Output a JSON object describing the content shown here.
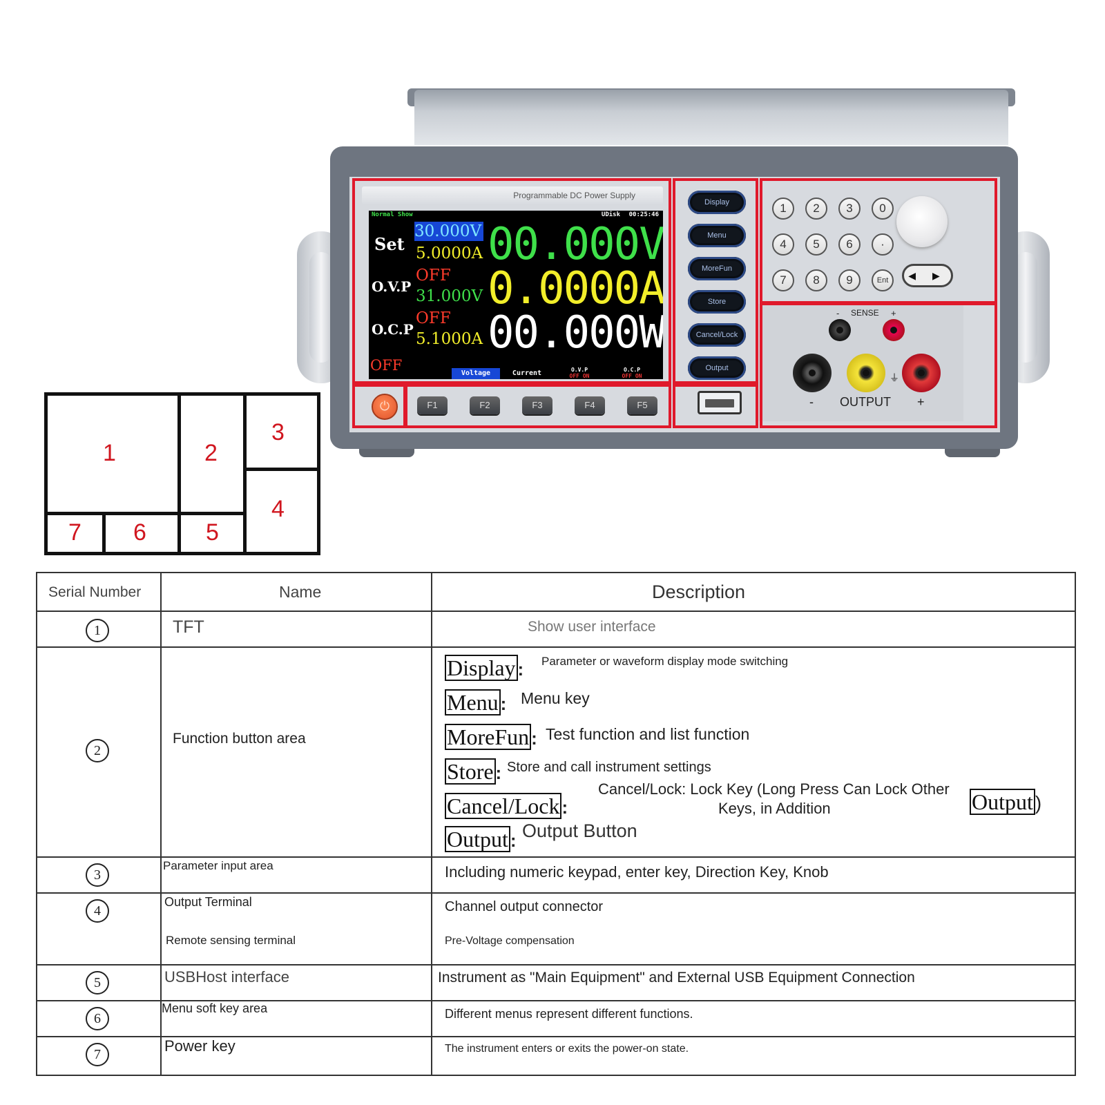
{
  "instrument": {
    "panel_title": "Programmable DC Power Supply",
    "tft": {
      "mode": "Normal Show",
      "udisk": "UDisk",
      "clock": "00:25:46",
      "set_label": "Set",
      "ovp_label": "O.V.P",
      "ocp_label": "O.C.P",
      "set_voltage": "30.000V",
      "set_current": "5.0000A",
      "ovp_state": "OFF",
      "ovp_value": "31.000V",
      "ocp_state": "OFF",
      "ocp_value": "5.1000A",
      "out_voltage": "00.000V",
      "out_current": "0.0000A",
      "out_power": "00.000W",
      "output_state": "OFF",
      "softkey_voltage": "Voltage",
      "softkey_current": "Current",
      "softkey_ovp": "O.V.P",
      "softkey_ocp": "O.C.P",
      "off_on": "OFF  ON"
    },
    "function_buttons": [
      "Display",
      "Menu",
      "MoreFun",
      "Store",
      "Cancel/Lock",
      "Output"
    ],
    "keypad": [
      "1",
      "2",
      "3",
      "0",
      "4",
      "5",
      "6",
      "·",
      "7",
      "8",
      "9",
      "Ent"
    ],
    "direction_key": "◀ ▶",
    "sense_label": "SENSE",
    "sense_minus": "-",
    "sense_plus": "+",
    "output_label": "OUTPUT",
    "out_minus": "-",
    "out_plus": "+",
    "soft_keys": [
      "F1",
      "F2",
      "F3",
      "F4",
      "F5"
    ],
    "colors": {
      "frame_red": "#e0192b",
      "voltage_green": "#3fe04a",
      "current_yellow": "#f2ee2a",
      "set_blue": "#1747d6"
    }
  },
  "legend": {
    "areas": [
      "1",
      "2",
      "3",
      "4",
      "5",
      "6",
      "7"
    ]
  },
  "table": {
    "headers": {
      "serial": "Serial Number",
      "name": "Name",
      "description": "Description"
    },
    "rows": {
      "r1": {
        "serial": "1",
        "name": "TFT",
        "description": "Show user interface"
      },
      "r2": {
        "serial": "2",
        "name": "Function button area",
        "items": [
          {
            "key": "Display",
            "text": "Parameter or waveform display mode switching"
          },
          {
            "key": "Menu",
            "text": "Menu key"
          },
          {
            "key": "MoreFun",
            "text": "Test function and list function"
          },
          {
            "key": "Store",
            "text": "Store and call instrument settings"
          },
          {
            "key": "Cancel/Lock",
            "text_line1": "Cancel/Lock: Lock Key (Long Press Can Lock Other",
            "text_line2": "Keys, in Addition",
            "trailing_key": "Output"
          },
          {
            "key": "Output",
            "text": "Output Button"
          }
        ],
        "colon": ":",
        "close_paren": ")"
      },
      "r3": {
        "serial": "3",
        "name": "Parameter input area",
        "description": "Including numeric keypad, enter key, Direction Key, Knob"
      },
      "r4": {
        "serial": "4",
        "name_line1": "Output Terminal",
        "name_line2": "Remote sensing terminal",
        "desc_line1": "Channel output connector",
        "desc_line2": "Pre-Voltage compensation"
      },
      "r5": {
        "serial": "5",
        "name": "USBHost interface",
        "description": "Instrument as \"Main Equipment\" and External USB Equipment Connection"
      },
      "r6": {
        "serial": "6",
        "name": "Menu soft key area",
        "description": "Different menus represent different functions."
      },
      "r7": {
        "serial": "7",
        "name": "Power key",
        "description": "The instrument enters or exits the power-on state."
      }
    }
  }
}
